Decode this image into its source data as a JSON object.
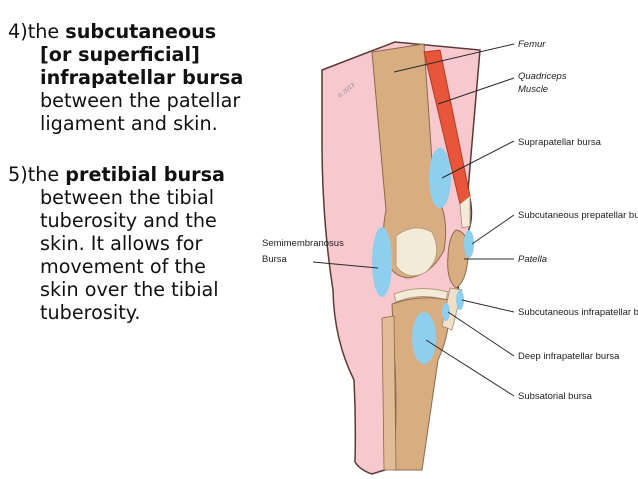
{
  "text": {
    "item4": {
      "number": "4)",
      "pre": "the ",
      "bold": "subcutaneous [or superficial] infrapatellar bursa",
      "post": " between the patellar ligament and skin."
    },
    "item5": {
      "number": "5)",
      "pre": "the ",
      "bold": "pretibial bursa",
      "post": " between the tibial tuberosity and the skin. It allows for movement of the skin over the tibial tuberosity."
    }
  },
  "diagram": {
    "watermark": "© 2013",
    "labels": {
      "femur": "Femur",
      "quadriceps_1": "Quadriceps",
      "quadriceps_2": "Muscle",
      "suprapatellar": "Suprapatellar bursa",
      "semimembranosus_1": "Semimembranosus",
      "semimembranosus_2": "Bursa",
      "subcutaneous_prepatellar": "Subcutaneous prepatellar bursa",
      "patella": "Patella",
      "subcutaneous_infrapatellar": "Subcutaneous infrapatellar bursa",
      "deep_infrapatellar": "Deep infrapatellar bursa",
      "subsatorial": "Subsatorial bursa"
    }
  },
  "colors": {
    "skin": "#f7c9cf",
    "skin_outline": "#5a3a36",
    "bone": "#d9ad82",
    "cartilage": "#f3ead8",
    "muscle": "#e8553a",
    "bursa": "#8ecfef"
  }
}
